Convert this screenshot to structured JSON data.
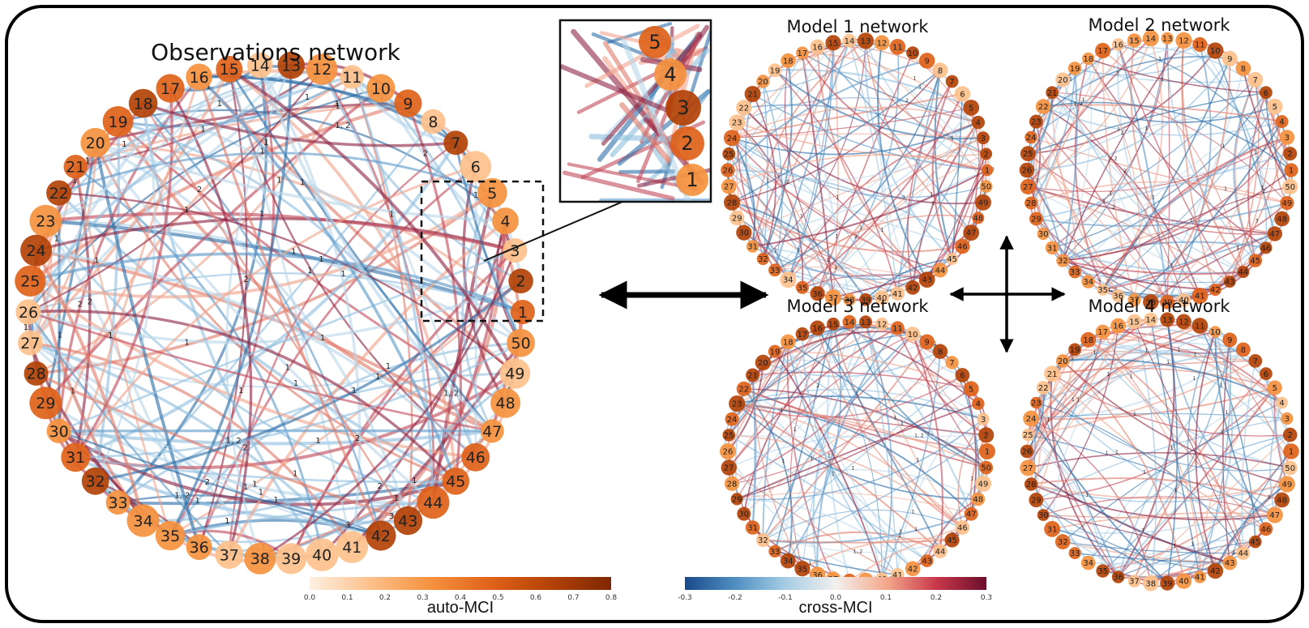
{
  "titles": {
    "observations": "Observations network",
    "model1": "Model 1 network",
    "model2": "Model 2 network",
    "model3": "Model 3 network",
    "model4": "Model 4 network"
  },
  "node_count": 50,
  "colorbars": {
    "auto": {
      "label": "auto-MCI",
      "ticks": [
        "0.0",
        "0.1",
        "0.2",
        "0.3",
        "0.4",
        "0.5",
        "0.6",
        "0.7",
        "0.8"
      ],
      "colors": [
        "#fdf0e3",
        "#fdc18b",
        "#f5923f",
        "#e0621a",
        "#b34206",
        "#7f2704"
      ]
    },
    "cross": {
      "label": "cross-MCI",
      "ticks": [
        "-0.3",
        "-0.2",
        "-0.1",
        "0.0",
        "0.1",
        "0.2",
        "0.3"
      ],
      "colors": [
        "#1a4a8a",
        "#4f8fc2",
        "#a6cce4",
        "#f2f0ee",
        "#f4a98c",
        "#c8384a",
        "#6b0f2c"
      ]
    }
  },
  "link_colors": [
    "#2f6fa8",
    "#5d99c9",
    "#8fbfdf",
    "#b8d7ea",
    "#f1a48d",
    "#e07a6b",
    "#c24a5a",
    "#8e2544"
  ],
  "edge_labels": [
    "1",
    "2",
    "1, 2",
    "3"
  ]
}
